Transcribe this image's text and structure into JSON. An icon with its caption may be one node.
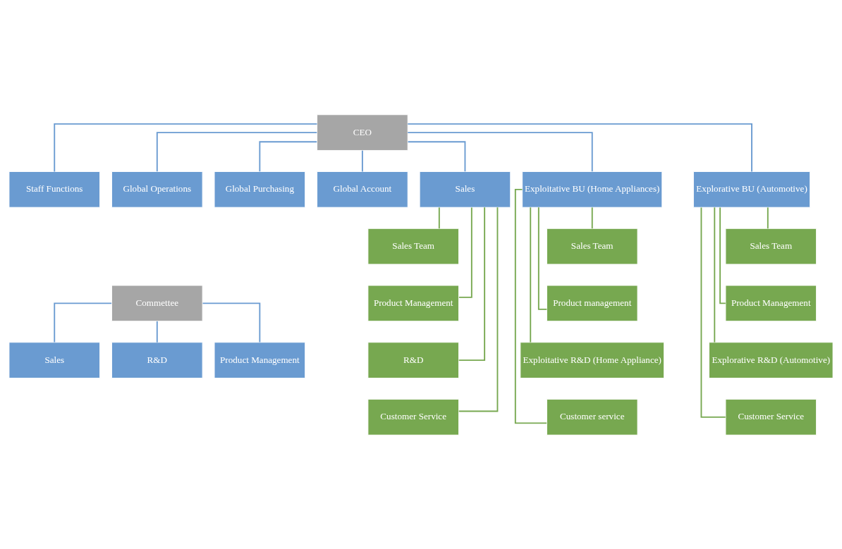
{
  "diagram": {
    "nodes": [
      {
        "text": [
          "CEO"
        ]
      },
      {
        "text": [
          "Staff Functions"
        ]
      },
      {
        "text": [
          "Global Operations"
        ]
      },
      {
        "text": [
          "Global Purchasing"
        ]
      },
      {
        "text": [
          "Global Account"
        ]
      },
      {
        "text": [
          "Sales"
        ]
      },
      {
        "text": [
          "Exploitative BU (Home Appliances)"
        ]
      },
      {
        "text": [
          "Explorative BU (Automotive)"
        ]
      },
      {
        "text": [
          "Sales Team"
        ]
      },
      {
        "text": [
          "Product Management"
        ]
      },
      {
        "text": [
          "R&D"
        ]
      },
      {
        "text": [
          "Customer Service"
        ]
      },
      {
        "text": [
          "Sales Team"
        ]
      },
      {
        "text": [
          "Product management"
        ]
      },
      {
        "text": [
          "Exploitative R&D (Home Appliance)"
        ]
      },
      {
        "text": [
          "Customer service"
        ]
      },
      {
        "text": [
          "Sales Team"
        ]
      },
      {
        "text": [
          "Product Management"
        ]
      },
      {
        "text": [
          "Explorative R&D (Automotive)"
        ]
      },
      {
        "text": [
          "Customer Service"
        ]
      },
      {
        "text": [
          "Commettee"
        ]
      },
      {
        "text": [
          "Sales"
        ]
      },
      {
        "text": [
          "R&D"
        ]
      },
      {
        "text": [
          "Product Management"
        ]
      }
    ],
    "edges": [
      {
        "from": 0,
        "to": 1,
        "arrow": "none",
        "color": "#6a9bd1"
      },
      {
        "from": 0,
        "to": 2,
        "arrow": "none",
        "color": "#6a9bd1"
      },
      {
        "from": 0,
        "to": 3,
        "arrow": "none",
        "color": "#6a9bd1"
      },
      {
        "from": 0,
        "to": 4,
        "arrow": "none",
        "color": "#6a9bd1"
      },
      {
        "from": 0,
        "to": 5,
        "arrow": "none",
        "color": "#6a9bd1"
      },
      {
        "from": 0,
        "to": 6,
        "arrow": "none",
        "color": "#6a9bd1"
      },
      {
        "from": 0,
        "to": 7,
        "arrow": "none",
        "color": "#6a9bd1"
      },
      {
        "from": 5,
        "to": 8,
        "arrow": "none"
      },
      {
        "from": 5,
        "to": 9,
        "arrow": "none"
      },
      {
        "from": 5,
        "to": 10,
        "arrow": "none"
      },
      {
        "from": 5,
        "to": 11,
        "arrow": "none"
      },
      {
        "from": 6,
        "to": 12,
        "arrow": "none"
      },
      {
        "from": 6,
        "to": 13,
        "arrow": "none"
      },
      {
        "from": 6,
        "to": 14,
        "arrow": "none"
      },
      {
        "from": 6,
        "to": 15,
        "arrow": "none"
      },
      {
        "from": 7,
        "to": 16,
        "arrow": "none"
      },
      {
        "from": 7,
        "to": 17,
        "arrow": "none"
      },
      {
        "from": 7,
        "to": 18,
        "arrow": "none"
      },
      {
        "from": 7,
        "to": 19,
        "arrow": "none"
      },
      {
        "from": 20,
        "to": 21,
        "arrow": "none",
        "color": "#6a9bd1"
      },
      {
        "from": 20,
        "to": 22,
        "arrow": "none",
        "color": "#6a9bd1"
      },
      {
        "from": 20,
        "to": 23,
        "arrow": "none",
        "color": "#6a9bd1"
      }
    ]
  }
}
